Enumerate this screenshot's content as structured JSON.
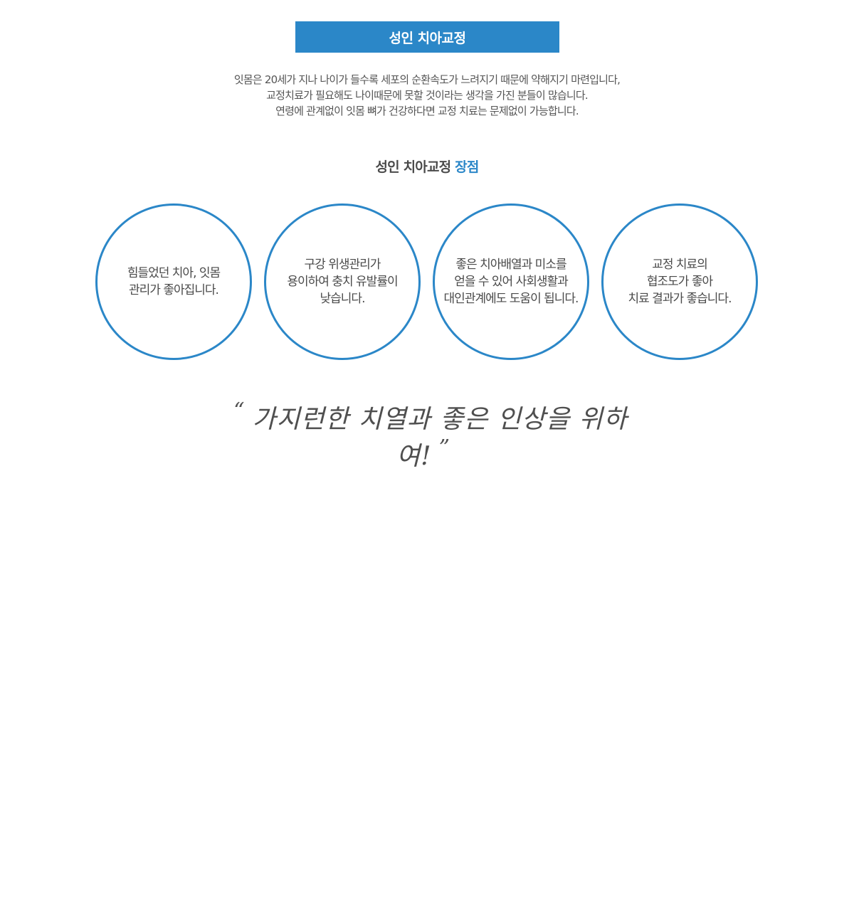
{
  "header": {
    "title": "성인 치아교정"
  },
  "intro": {
    "lines": [
      "잇몸은 20세가 지나 나이가 들수록 세포의 순환속도가 느려지기 때문에 약해지기 마련입니다,",
      "교정치료가 필요해도 나이때문에 못할 것이라는 생각을 가진 분들이 많습니다.",
      "연령에 관계없이 잇몸 뼈가 건강하다면 교정 치료는 문제없이 가능합니다."
    ]
  },
  "advantages": {
    "heading": "성인 치아교정",
    "heading_accent": "장점",
    "accent_color": "#2b87c8",
    "items": [
      {
        "text": "힘들었던 치아, 잇몸\n관리가 좋아집니다."
      },
      {
        "text": "구강 위생관리가\n용이하여 충치 유발률이\n낮습니다."
      },
      {
        "text": "좋은 치아배열과 미소를\n얻을 수 있어 사회생활과\n대인관계에도 도움이 됩니다."
      },
      {
        "text": "교정 치료의\n협조도가 좋아\n치료 결과가 좋습니다."
      }
    ]
  },
  "quote": {
    "open": "“",
    "text": "가지런한 치열과 좋은 인상을 위하여!",
    "close": "”"
  }
}
